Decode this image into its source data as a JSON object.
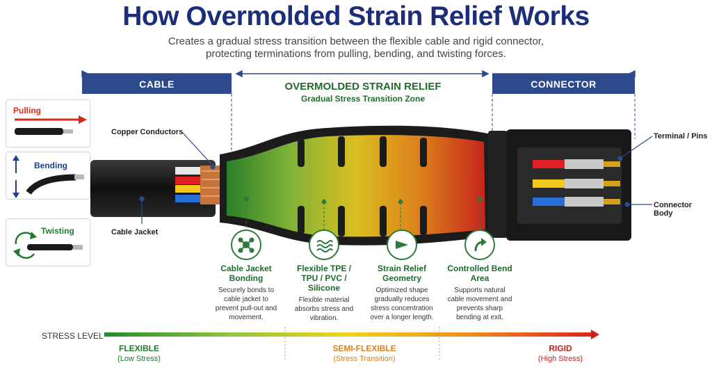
{
  "title": "How Overmolded Strain Relief Works",
  "subtitle_line1": "Creates a gradual stress transition between the flexible cable and rigid connector,",
  "subtitle_line2": "protecting terminations from pulling, bending, and twisting forces.",
  "zones": {
    "cable": "CABLE",
    "relief_title": "OVERMOLDED STRAIN RELIEF",
    "relief_sub": "Gradual Stress Transition Zone",
    "connector": "CONNECTOR"
  },
  "forces": [
    {
      "label": "Pulling",
      "color": "#d42a1c"
    },
    {
      "label": "Bending",
      "color": "#1c3f8c"
    },
    {
      "label": "Twisting",
      "color": "#1f7a2c"
    }
  ],
  "callouts": {
    "copper": "Copper Conductors",
    "jacket": "Cable Jacket",
    "terminal": "Terminal / Pins",
    "body": "Connector Body"
  },
  "features": [
    {
      "icon": "network-icon",
      "title": "Cable Jacket Bonding",
      "desc": "Securely bonds to cable jacket to prevent pull-out and movement."
    },
    {
      "icon": "wave-icon",
      "title": "Flexible TPE / TPU / PVC / Silicone",
      "desc": "Flexible material absorbs stress and vibration."
    },
    {
      "icon": "taper-icon",
      "title": "Strain Relief Geometry",
      "desc": "Optimized shape gradually reduces stress concentration over a longer length."
    },
    {
      "icon": "curve-arrow-icon",
      "title": "Controlled Bend Area",
      "desc": "Supports natural cable movement and prevents sharp bending at exit."
    }
  ],
  "stress": {
    "label": "STRESS LEVEL",
    "levels": [
      {
        "name": "FLEXIBLE",
        "sub": "(Low Stress)",
        "color": "#1f7a2c"
      },
      {
        "name": "SEMI-FLEXIBLE",
        "sub": "(Stress Transition)",
        "color": "#e0801c"
      },
      {
        "name": "RIGID",
        "sub": "(High Stress)",
        "color": "#c8201c"
      }
    ]
  }
}
